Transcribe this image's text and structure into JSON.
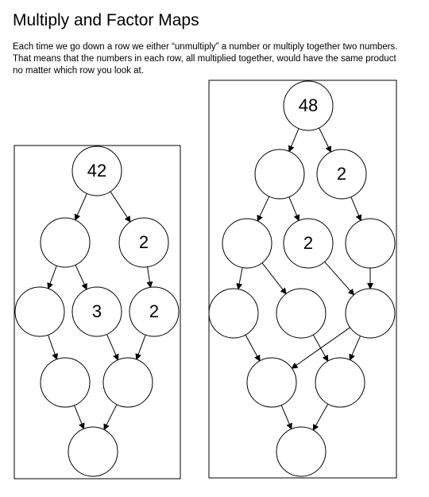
{
  "page": {
    "title": "Multiply and Factor Maps",
    "description_lines": [
      "Each time we go down a row we either “unmultiply” a number or multiply together two numbers.",
      "That means that the numbers in each row, all multiplied together, would have the same product",
      "no matter which row you look at."
    ]
  },
  "maps": [
    {
      "name": "left-map",
      "rows": [
        [
          "42"
        ],
        [
          "",
          "2"
        ],
        [
          "",
          "3",
          "2"
        ],
        [
          "",
          ""
        ],
        [
          ""
        ]
      ],
      "edges": [
        [
          [
            0,
            0
          ],
          [
            1,
            0
          ]
        ],
        [
          [
            0,
            0
          ],
          [
            1,
            1
          ]
        ],
        [
          [
            1,
            0
          ],
          [
            2,
            0
          ]
        ],
        [
          [
            1,
            0
          ],
          [
            2,
            1
          ]
        ],
        [
          [
            1,
            1
          ],
          [
            2,
            2
          ]
        ],
        [
          [
            2,
            0
          ],
          [
            3,
            0
          ]
        ],
        [
          [
            2,
            1
          ],
          [
            3,
            1
          ]
        ],
        [
          [
            2,
            2
          ],
          [
            3,
            1
          ]
        ],
        [
          [
            3,
            0
          ],
          [
            4,
            0
          ]
        ],
        [
          [
            3,
            1
          ],
          [
            4,
            0
          ]
        ]
      ]
    },
    {
      "name": "right-map",
      "rows": [
        [
          "48"
        ],
        [
          "",
          "2"
        ],
        [
          "",
          "2",
          ""
        ],
        [
          "",
          "",
          ""
        ],
        [
          "",
          ""
        ],
        [
          ""
        ]
      ],
      "edges": [
        [
          [
            0,
            0
          ],
          [
            1,
            0
          ]
        ],
        [
          [
            0,
            0
          ],
          [
            1,
            1
          ]
        ],
        [
          [
            1,
            0
          ],
          [
            2,
            0
          ]
        ],
        [
          [
            1,
            0
          ],
          [
            2,
            1
          ]
        ],
        [
          [
            1,
            1
          ],
          [
            2,
            2
          ]
        ],
        [
          [
            2,
            0
          ],
          [
            3,
            0
          ]
        ],
        [
          [
            2,
            0
          ],
          [
            3,
            1
          ]
        ],
        [
          [
            2,
            1
          ],
          [
            3,
            2
          ]
        ],
        [
          [
            2,
            2
          ],
          [
            3,
            2
          ]
        ],
        [
          [
            3,
            0
          ],
          [
            4,
            0
          ]
        ],
        [
          [
            3,
            1
          ],
          [
            4,
            1
          ]
        ],
        [
          [
            3,
            2
          ],
          [
            4,
            0
          ]
        ],
        [
          [
            3,
            2
          ],
          [
            4,
            1
          ]
        ],
        [
          [
            4,
            0
          ],
          [
            5,
            0
          ]
        ],
        [
          [
            4,
            1
          ],
          [
            5,
            0
          ]
        ]
      ]
    }
  ],
  "colors": {
    "stroke": "#000000",
    "background": "#ffffff"
  }
}
